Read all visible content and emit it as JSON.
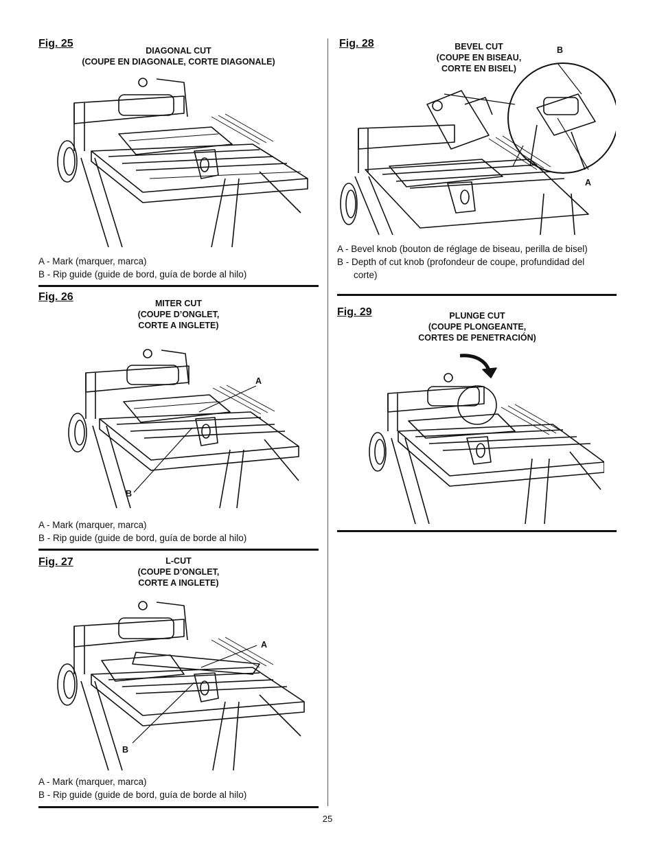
{
  "page": {
    "number": "25"
  },
  "figures": {
    "fig25": {
      "label": "Fig. 25",
      "title_lines": [
        "DIAGONAL CUT",
        "(COUPE EN DIAGONALE, CORTE DIAGONALE)"
      ],
      "captions": [
        "A - Mark (marquer, marca)",
        "B - Rip guide (guide de bord, guía de borde al hilo)"
      ]
    },
    "fig26": {
      "label": "Fig. 26",
      "title_lines": [
        "MITER CUT",
        "(COUPE D’ONGLET,",
        "CORTE A INGLETE)"
      ],
      "callouts": {
        "a": "A",
        "b": "B"
      },
      "captions": [
        "A - Mark (marquer, marca)",
        "B - Rip guide (guide de bord, guía de borde al hilo)"
      ]
    },
    "fig27": {
      "label": "Fig. 27",
      "title_lines": [
        "L-CUT",
        "(COUPE D’ONGLET,",
        "CORTE A INGLETE)"
      ],
      "callouts": {
        "a": "A",
        "b": "B"
      },
      "captions": [
        "A - Mark (marquer, marca)",
        "B - Rip guide (guide de bord, guía de borde al hilo)"
      ]
    },
    "fig28": {
      "label": "Fig. 28",
      "title_lines": [
        "BEVEL CUT",
        "(COUPE EN BISEAU,",
        "CORTE EN BISEL)"
      ],
      "callouts": {
        "a": "A",
        "b": "B"
      },
      "captions": [
        "A - Bevel knob (bouton de réglage de biseau, perilla de bisel)",
        "B - Depth of cut knob (profondeur de coupe, profundidad del",
        "corte)"
      ]
    },
    "fig29": {
      "label": "Fig. 29",
      "title_lines": [
        "PLUNGE CUT",
        "(COUPE PLONGEANTE,",
        "CORTES DE PENETRACIÓN)"
      ]
    }
  }
}
